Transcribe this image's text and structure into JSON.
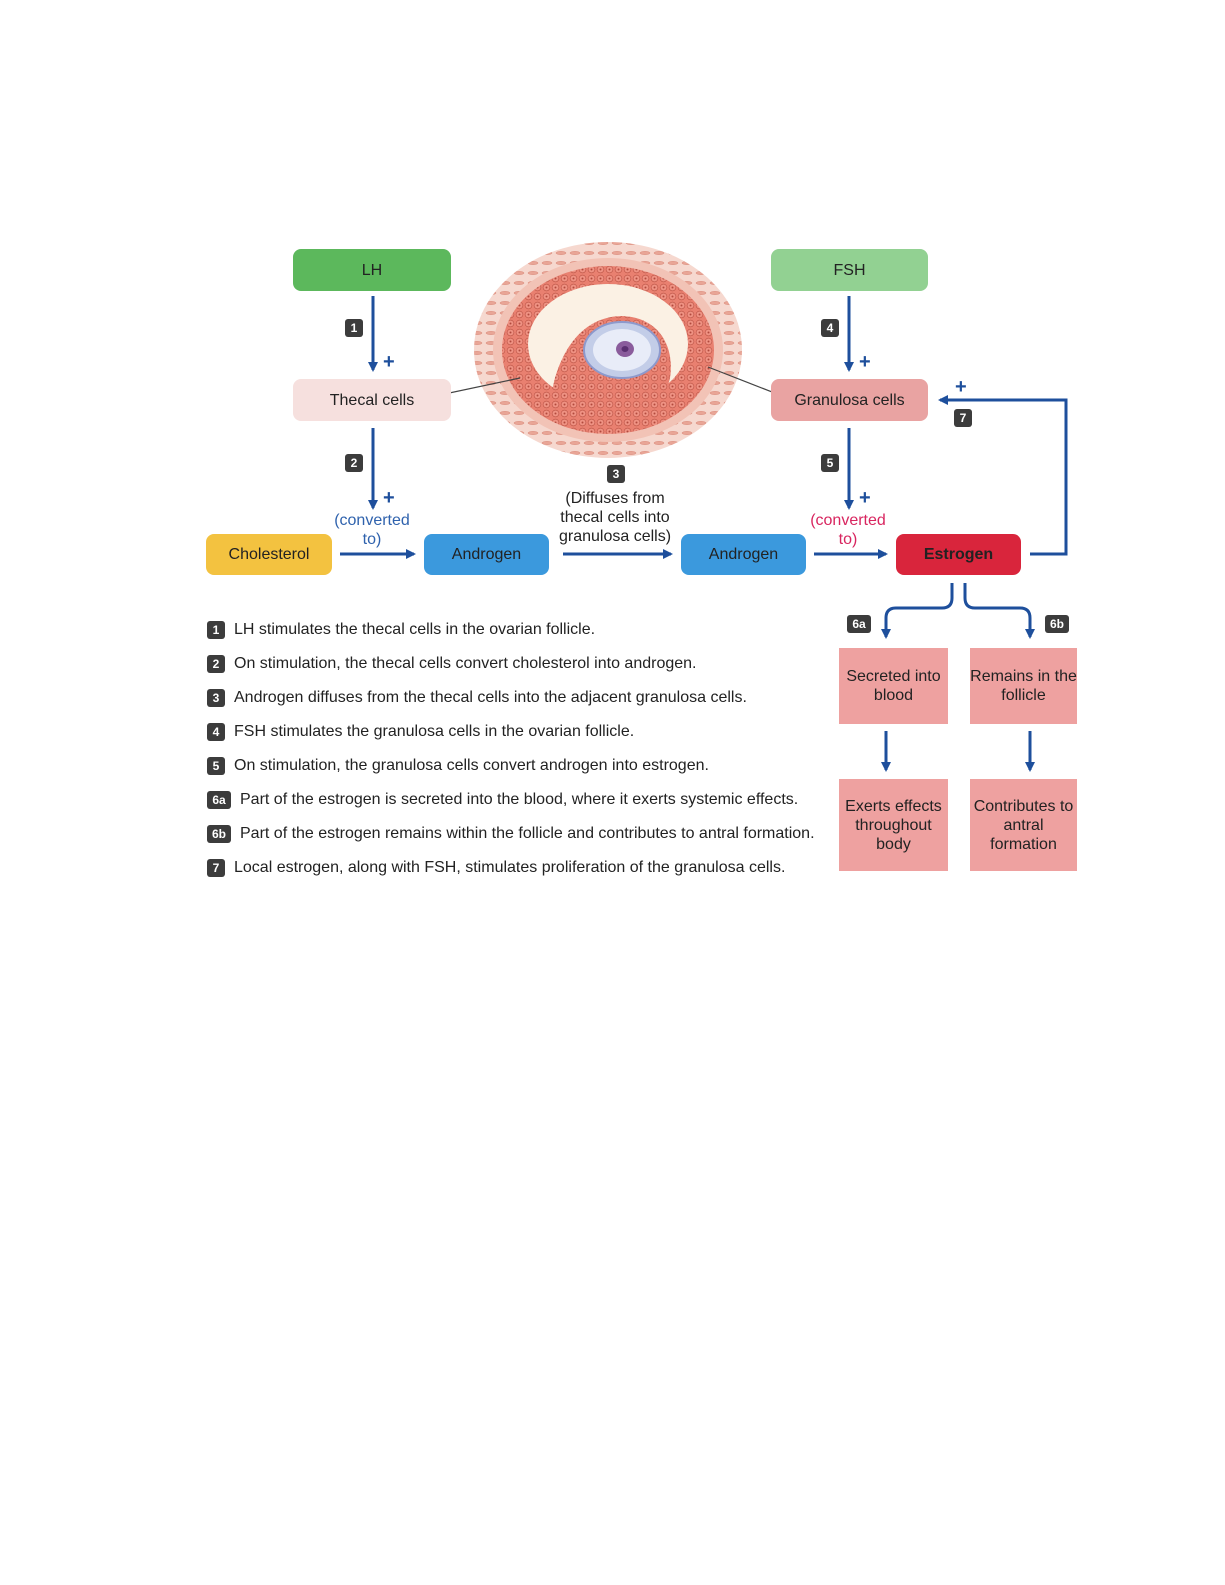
{
  "boxes": {
    "lh": "LH",
    "fsh": "FSH",
    "thecal": "Thecal cells",
    "granulosa": "Granulosa cells",
    "cholesterol": "Cholesterol",
    "androgen_left": "Androgen",
    "androgen_right": "Androgen",
    "estrogen": "Estrogen",
    "secreted": "Secreted into blood",
    "remains": "Remains in the follicle",
    "exerts": "Exerts effects throughout body",
    "contributes": "Contributes to antral formation"
  },
  "badges": {
    "b1": "1",
    "b2": "2",
    "b3": "3",
    "b4": "4",
    "b5": "5",
    "b6a": "6a",
    "b6b": "6b",
    "b7": "7"
  },
  "plus_sign": "+",
  "notes": {
    "converted_left": "(converted to)",
    "converted_right": "(converted to)",
    "diffuses": "(Diffuses from thecal cells into granulosa cells)"
  },
  "legend": [
    {
      "badge": "1",
      "text": "LH stimulates the thecal cells in the ovarian follicle."
    },
    {
      "badge": "2",
      "text": "On stimulation, the thecal cells convert cholesterol into androgen."
    },
    {
      "badge": "3",
      "text": "Androgen diffuses from the thecal cells into the adjacent granulosa cells."
    },
    {
      "badge": "4",
      "text": "FSH stimulates the granulosa cells in the ovarian follicle."
    },
    {
      "badge": "5",
      "text": "On stimulation, the granulosa cells convert androgen into estrogen."
    },
    {
      "badge": "6a",
      "text": "Part of the estrogen is secreted into the blood, where it exerts systemic effects."
    },
    {
      "badge": "6b",
      "text": "Part of the estrogen remains within the follicle and contributes to antral formation."
    },
    {
      "badge": "7",
      "text": "Local estrogen, along with FSH, stimulates proliferation of the granulosa cells."
    }
  ],
  "colors": {
    "arrow": "#1e4f9c",
    "lh": "#5cb85c",
    "fsh": "#92d192",
    "thecal": "#f6e0de",
    "granulosa": "#e9a3a2",
    "cholesterol": "#f3c240",
    "androgen": "#3b99dd",
    "estrogen": "#d9253c",
    "effect_box": "#eea1a0"
  },
  "icons": [
    "ovarian-follicle-illustration"
  ]
}
